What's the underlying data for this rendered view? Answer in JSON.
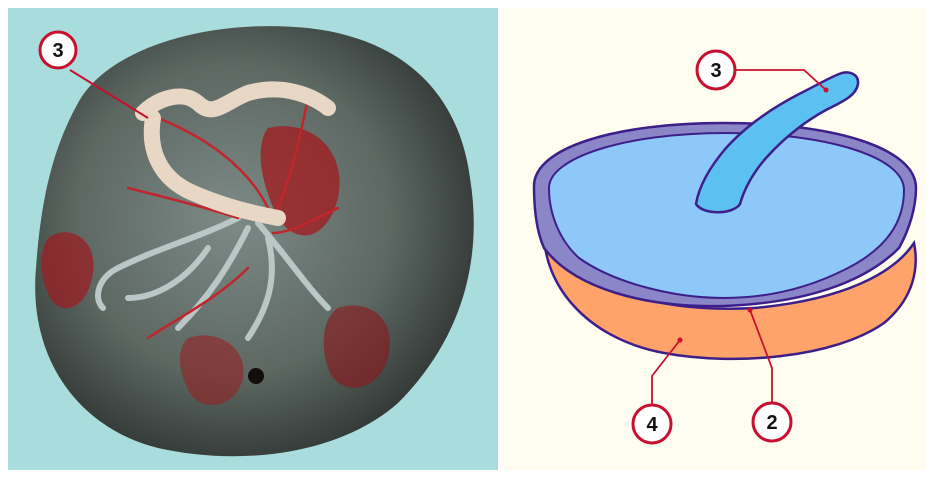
{
  "photo": {
    "background": "#a9dcdc",
    "callout_label": "3",
    "callout_color": "#c8102e"
  },
  "diagram": {
    "background": "#fffdf0",
    "colors": {
      "disc_fill": "#8ec8f8",
      "disc_rim": "#8b86c8",
      "outline": "#3d1f8a",
      "base_fill": "#ffa36b",
      "cord_fill": "#5cc0f0",
      "callout": "#c8102e"
    },
    "labels": {
      "cord": "3",
      "base_layer": "4",
      "disc_edge": "2"
    }
  }
}
